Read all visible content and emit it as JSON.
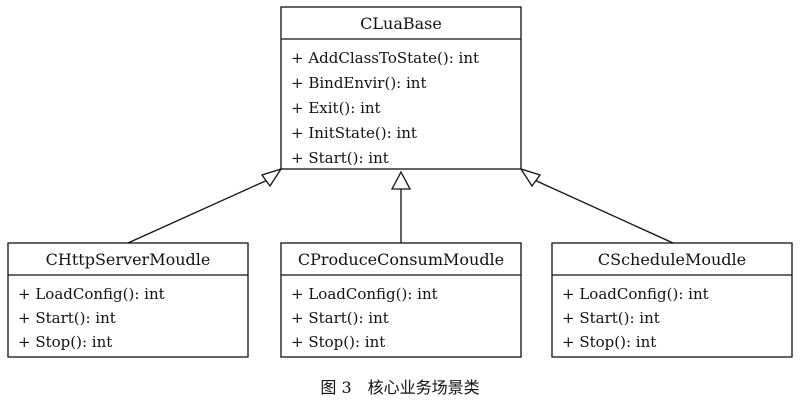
{
  "classes": {
    "base": {
      "name": "CLuaBase",
      "members": [
        "+ AddClassToState(): int",
        "+ BindEnvir(): int",
        "+ Exit(): int",
        "+ InitState(): int",
        "+ Start(): int"
      ]
    },
    "http": {
      "name": "CHttpServerMoudle",
      "members": [
        "+ LoadConfig(): int",
        "+ Start(): int",
        "+ Stop(): int"
      ]
    },
    "produce": {
      "name": "CProduceConsumMoudle",
      "members": [
        "+ LoadConfig(): int",
        "+ Start(): int",
        "+ Stop(): int"
      ]
    },
    "schedule": {
      "name": "CScheduleMoudle",
      "members": [
        "+ LoadConfig(): int",
        "+ Start(): int",
        "+ Stop(): int"
      ]
    }
  },
  "caption": "图 3　核心业务场景类"
}
